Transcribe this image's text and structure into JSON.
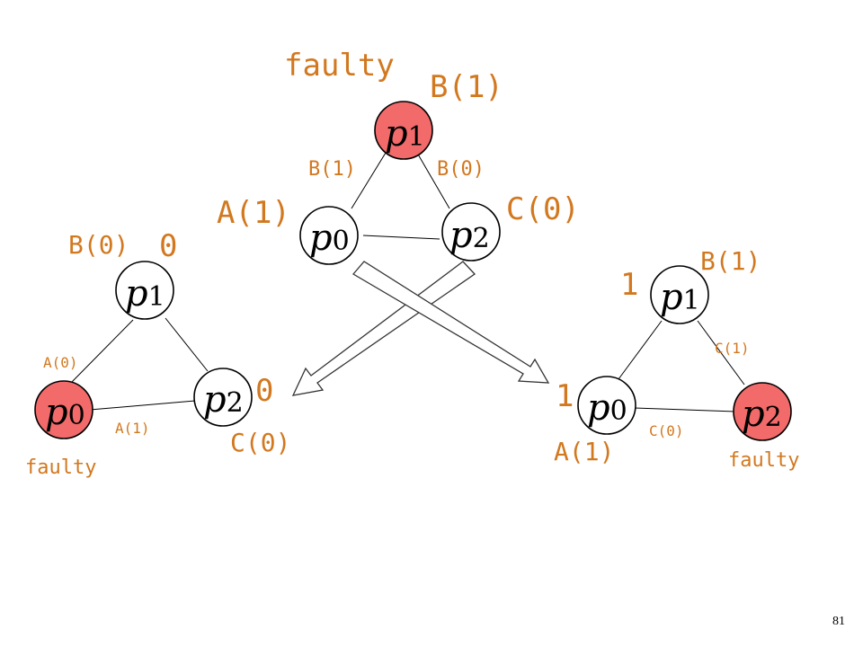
{
  "page_number": "81",
  "top_triangle": {
    "faulty_label": "faulty",
    "p1_value": "B(1)",
    "edge_p1_p0": "B(1)",
    "edge_p1_p2": "B(0)",
    "p0_value": "A(1)",
    "p2_value": "C(0)",
    "nodes": {
      "p1": "p",
      "p0": "p",
      "p2": "p"
    },
    "subs": {
      "p1": "1",
      "p0": "0",
      "p2": "2"
    },
    "faulty_node_color": "#f26a6a"
  },
  "left_triangle": {
    "p1_value": "B(0)",
    "p1_decision": "0",
    "p2_decision": "0",
    "edge_p0_p1": "A(0)",
    "edge_p0_p2": "A(1)",
    "p2_value": "C(0)",
    "faulty_label": "faulty",
    "nodes": {
      "p1": "p",
      "p0": "p",
      "p2": "p"
    },
    "subs": {
      "p1": "1",
      "p0": "0",
      "p2": "2"
    }
  },
  "right_triangle": {
    "p1_value": "B(1)",
    "p1_decision": "1",
    "p0_decision": "1",
    "edge_p1_p2": "C(1)",
    "edge_p0_p2": "C(0)",
    "p0_value": "A(1)",
    "faulty_label": "faulty",
    "nodes": {
      "p1": "p",
      "p0": "p",
      "p2": "p"
    },
    "subs": {
      "p1": "1",
      "p0": "0",
      "p2": "2"
    }
  },
  "colors": {
    "label": "#d2781f",
    "faulty_fill": "#f26a6a",
    "node_fill": "#ffffff"
  }
}
